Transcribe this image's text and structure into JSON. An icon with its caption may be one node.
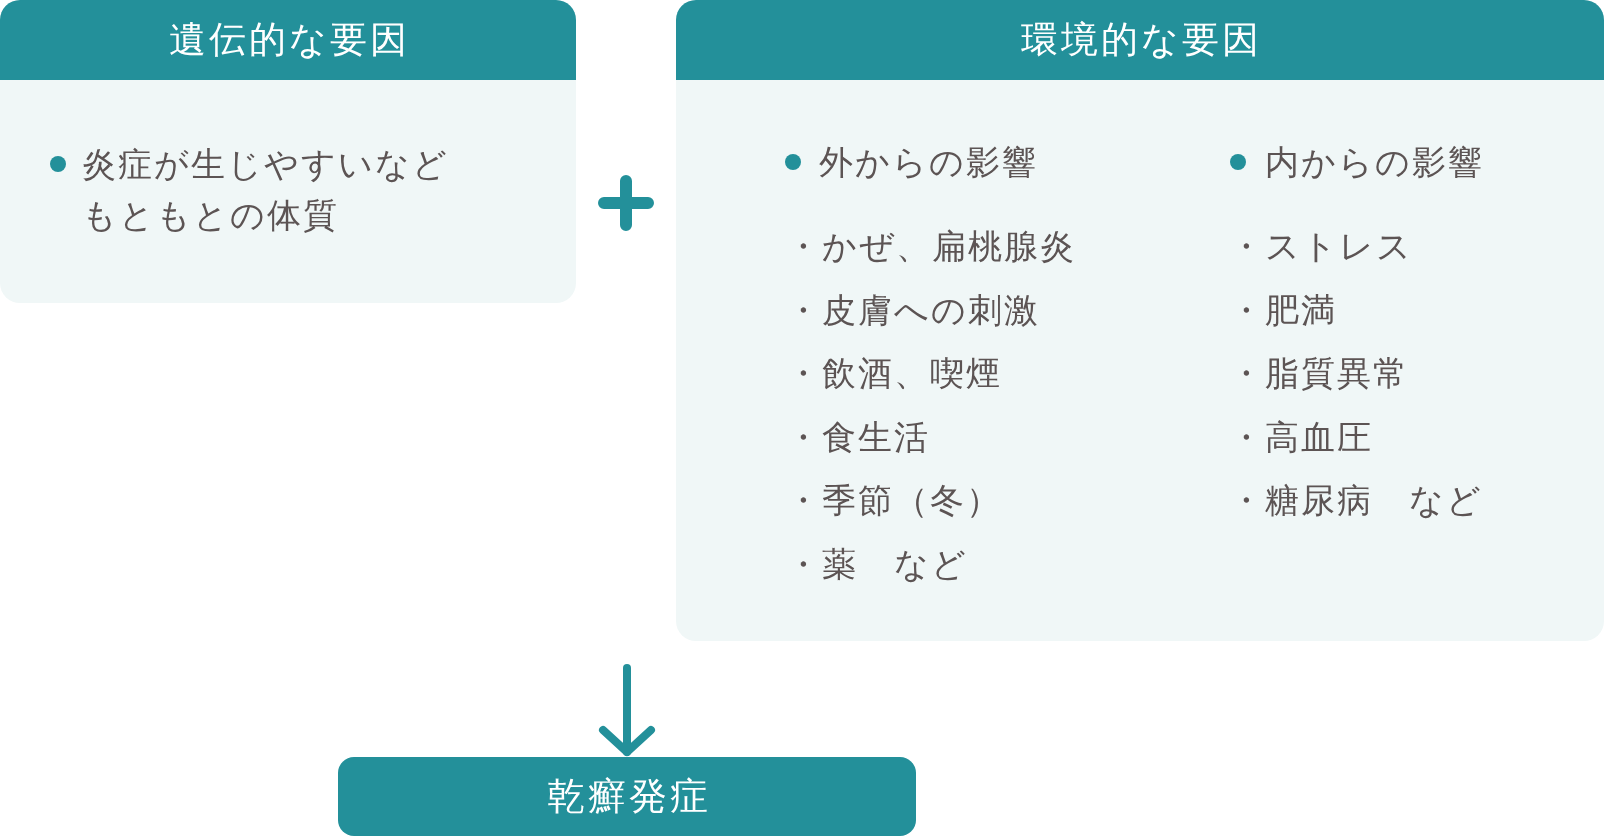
{
  "diagram": {
    "nodes": [
      {
        "text": [
          "遺伝的な要因",
          "炎症が生じやすいなどもともとの体質"
        ]
      },
      {
        "text": [
          "環境的な要因",
          "外からの影響",
          "・かぜ、扁桃腺炎",
          "・皮膚への刺激",
          "・飲酒、喫煙",
          "・食生活",
          "・季節（冬）",
          "・薬　など",
          "内からの影響",
          "・ストレス",
          "・肥満",
          "・脂質異常",
          "・高血圧",
          "・糖尿病　など"
        ]
      },
      {
        "text": [
          "乾癬発症"
        ]
      }
    ],
    "edges": [
      {
        "from": null,
        "to": 2,
        "arrow": "to"
      }
    ]
  }
}
